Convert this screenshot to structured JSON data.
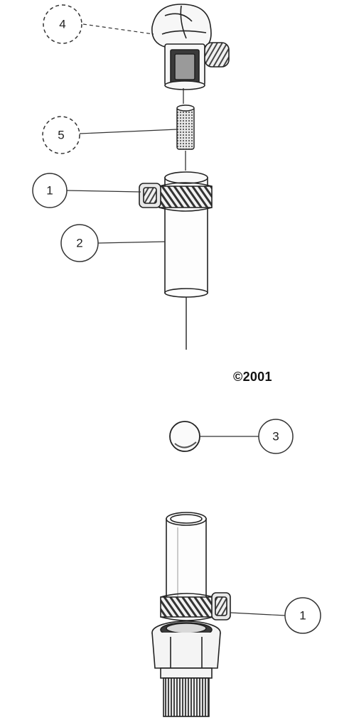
{
  "callouts": [
    "4",
    "5",
    "1",
    "2",
    "3",
    "1"
  ],
  "copyright": "©2001"
}
